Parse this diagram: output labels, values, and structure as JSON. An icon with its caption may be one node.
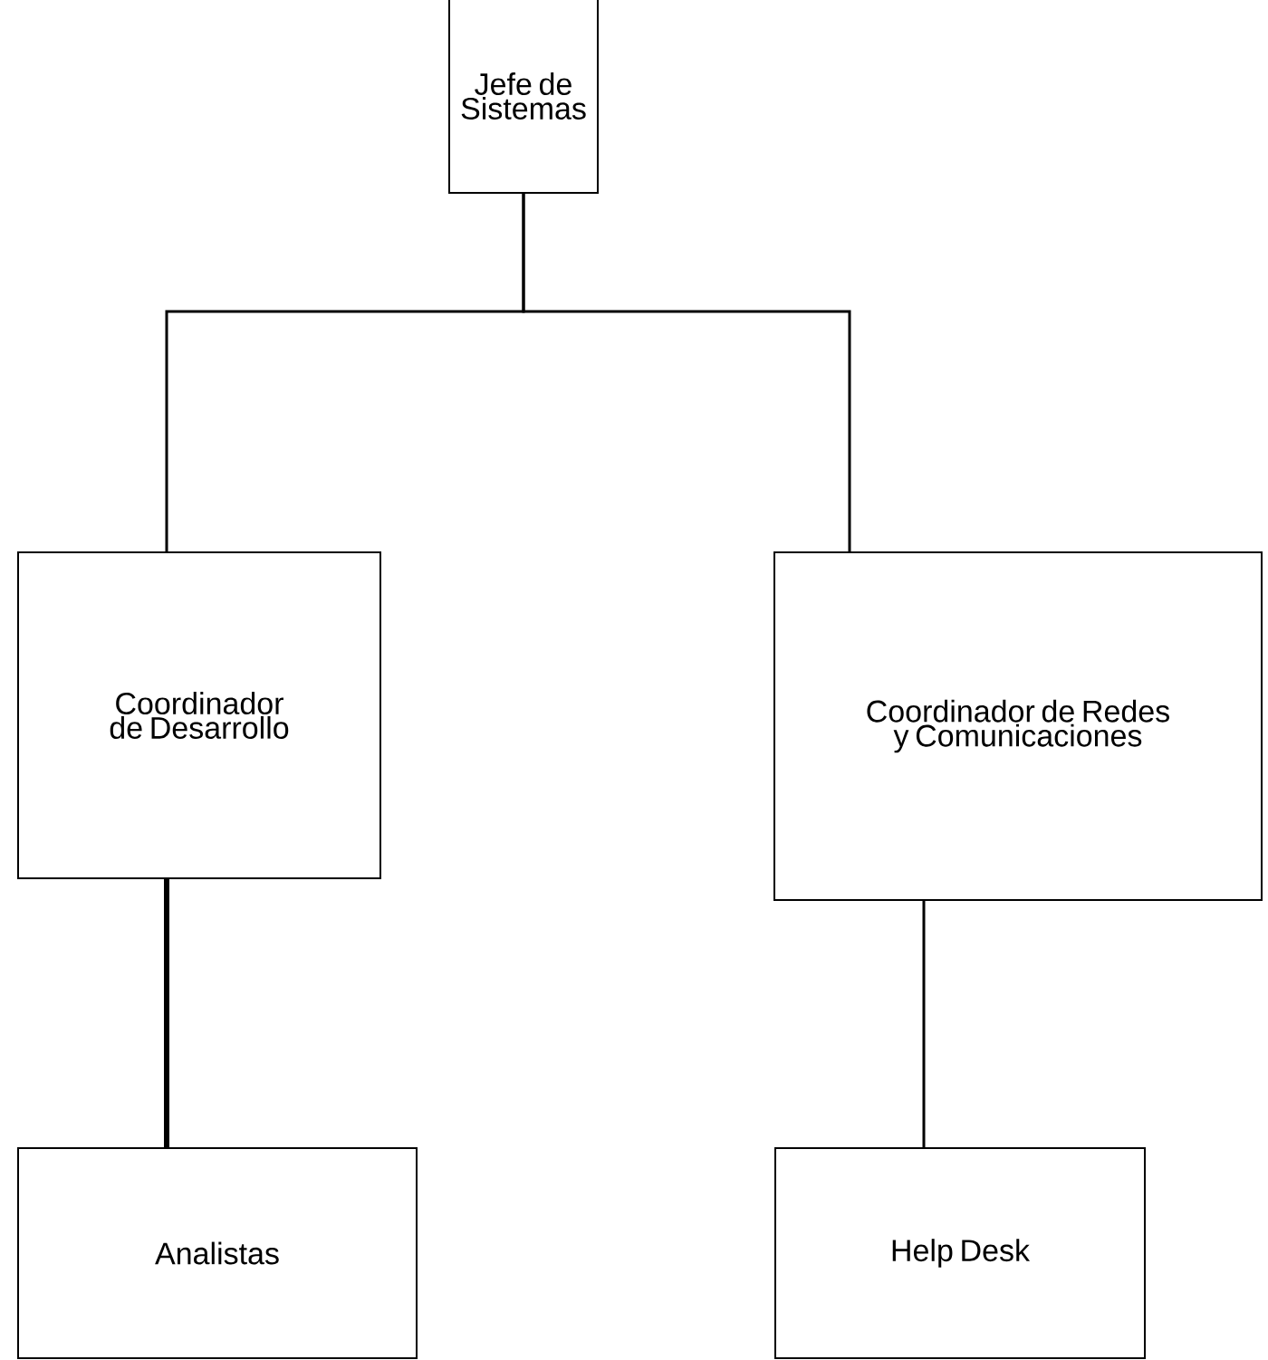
{
  "diagram": {
    "nodes": [
      {
        "text": [
          "Jefe de Sistemas"
        ]
      },
      {
        "text": [
          "Coordinador de Desarrollo"
        ]
      },
      {
        "text": [
          "Coordinador de Redes y Comunicaciones"
        ]
      },
      {
        "text": [
          "Analistas"
        ]
      },
      {
        "text": [
          "Help Desk"
        ]
      }
    ],
    "edges": [
      {
        "from": 0,
        "to": 1,
        "arrow": "none"
      },
      {
        "from": 0,
        "to": 2,
        "arrow": "none"
      },
      {
        "from": 1,
        "to": 3,
        "arrow": "none",
        "style": "thick"
      },
      {
        "from": 2,
        "to": 4,
        "arrow": "none"
      }
    ]
  }
}
